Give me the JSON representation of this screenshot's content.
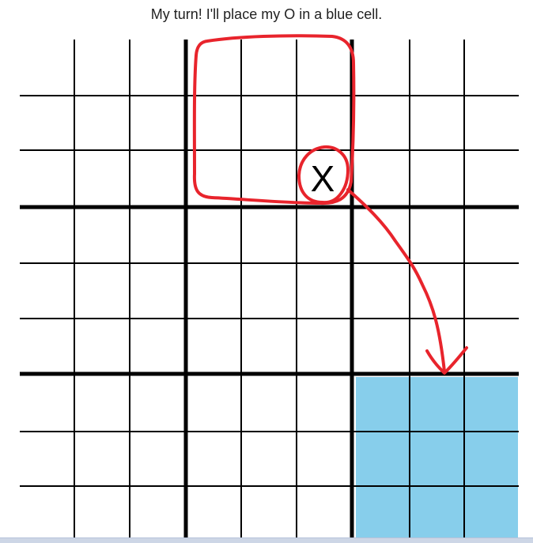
{
  "status_message": "My turn! I'll place my O in a blue cell.",
  "board": {
    "rows": 9,
    "cols": 9,
    "highlight_color": "#87CEEB",
    "highlight_subboard": {
      "row": 2,
      "col": 2
    },
    "cells": [
      {
        "row": 2,
        "col": 5,
        "mark": "X"
      }
    ]
  },
  "annotation": {
    "color": "#e8242c",
    "circled_subboard": {
      "row": 0,
      "col": 1
    },
    "circled_cell": {
      "row": 2,
      "col": 5
    },
    "arrow_target_subboard": {
      "row": 2,
      "col": 2
    }
  }
}
